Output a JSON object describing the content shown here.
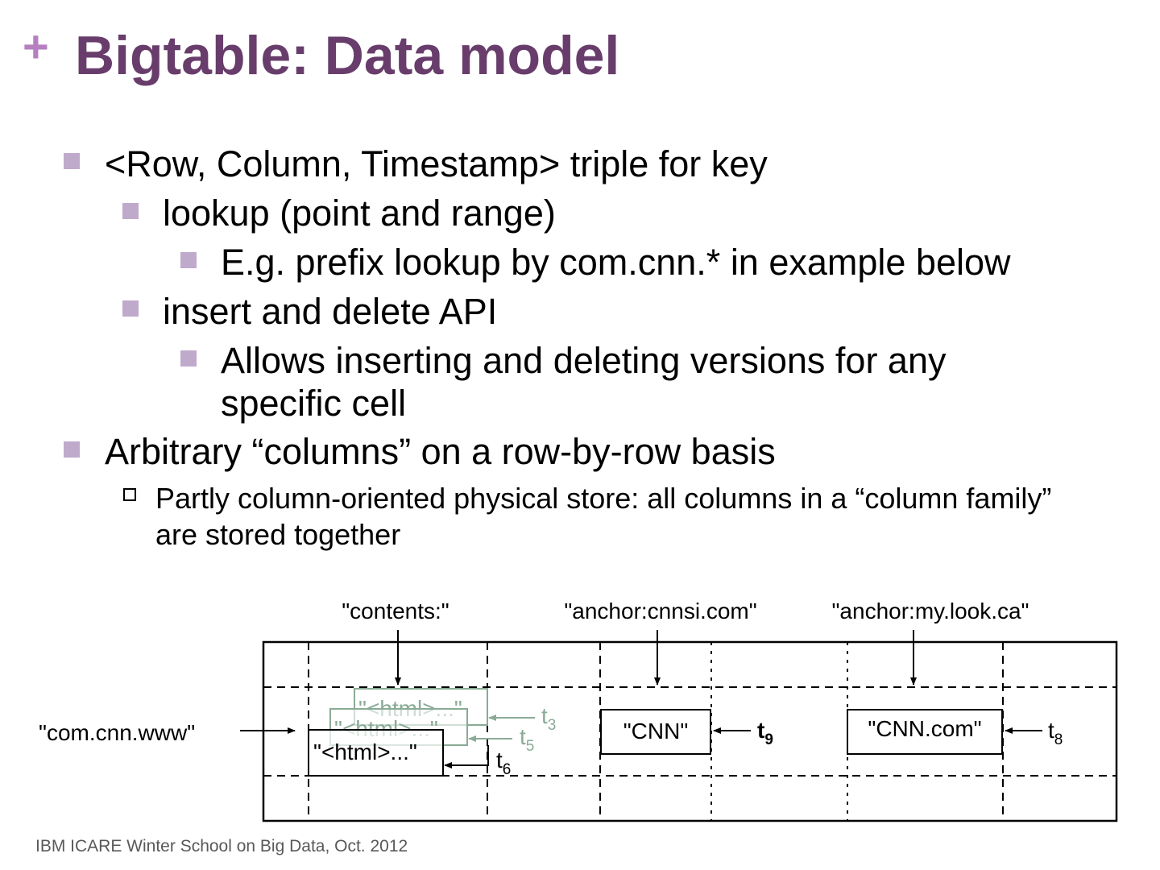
{
  "slide": {
    "title_marker": "+",
    "title": "Bigtable: Data model",
    "footer": "IBM ICARE Winter School on Big Data, Oct. 2012"
  },
  "bullets": [
    {
      "level": 1,
      "style": "filled-square",
      "text": "<Row, Column, Timestamp> triple for key"
    },
    {
      "level": 2,
      "style": "filled-square",
      "text": "lookup (point and range)"
    },
    {
      "level": 3,
      "style": "filled-square",
      "text": "E.g. prefix lookup by com.cnn.* in example below"
    },
    {
      "level": 2,
      "style": "filled-square",
      "text": "insert and delete API"
    },
    {
      "level": 3,
      "style": "filled-square",
      "text": "Allows inserting and deleting versions for any specific cell"
    },
    {
      "level": 1,
      "style": "filled-square",
      "text": "Arbitrary “columns” on a row-by-row basis"
    },
    {
      "level": 2,
      "style": "hollow-square",
      "text": "Partly column-oriented physical store: all columns in a “column family” are stored together"
    }
  ],
  "diagram": {
    "column_labels": [
      "\"contents:\"",
      "\"anchor:cnnsi.com\"",
      "\"anchor:my.look.ca\""
    ],
    "row_label": "\"com.cnn.www\"",
    "cells": {
      "contents_versions": [
        "\"<html>...\"",
        "\"<html>...\"",
        "\"<html>...\""
      ],
      "contents_timestamps": [
        {
          "base": "t",
          "sub": "3"
        },
        {
          "base": "t",
          "sub": "5"
        },
        {
          "base": "t",
          "sub": "6"
        }
      ],
      "anchor1_value": "\"CNN\"",
      "anchor1_timestamp": {
        "base": "t",
        "sub": "9"
      },
      "anchor2_value": "\"CNN.com\"",
      "anchor2_timestamp": {
        "base": "t",
        "sub": "8"
      }
    },
    "colors": {
      "old_versions": "#8aab96",
      "line": "#000000"
    }
  }
}
